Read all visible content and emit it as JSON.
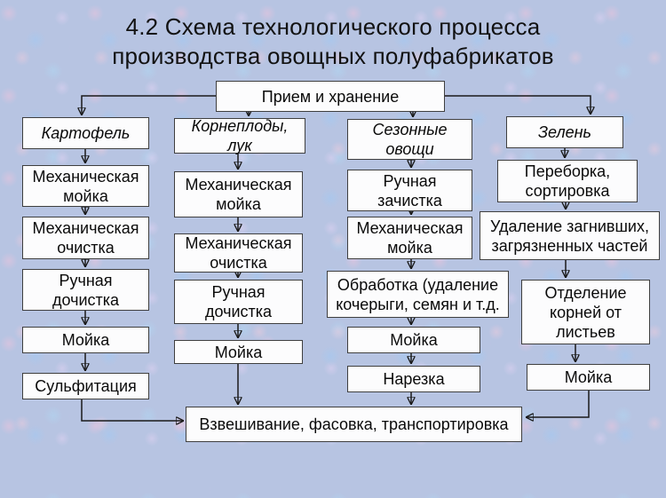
{
  "title": {
    "line1": "4.2 Схема технологического процесса",
    "line2": "производства овощных полуфабрикатов"
  },
  "root_label": "Прием и хранение",
  "columns": [
    {
      "header": "Картофель",
      "steps": [
        "Механическая мойка",
        "Механическая очистка",
        "Ручная дочистка",
        "Мойка",
        "Сульфитация"
      ]
    },
    {
      "header": "Корнеплоды, лук",
      "steps": [
        "Механическая мойка",
        "Механическая очистка",
        "Ручная дочистка",
        "Мойка"
      ]
    },
    {
      "header": "Сезонные овощи",
      "steps": [
        "Ручная зачистка",
        "Механическая мойка",
        "Обработка (удаление кочерыги, семян и т.д.",
        "Мойка",
        "Нарезка"
      ]
    },
    {
      "header": "Зелень",
      "steps": [
        "Переборка, сортировка",
        "Удаление загнивших, загрязненных частей",
        "Отделение корней от листьев",
        "Мойка"
      ]
    }
  ],
  "final_label": "Взвешивание, фасовка, транспортировка",
  "colors": {
    "background": "#b7c4e2",
    "box_fill": "#fcfcfd",
    "box_border": "#3f3f3f",
    "connector": "#1a1a1a",
    "title_text": "#121212"
  }
}
